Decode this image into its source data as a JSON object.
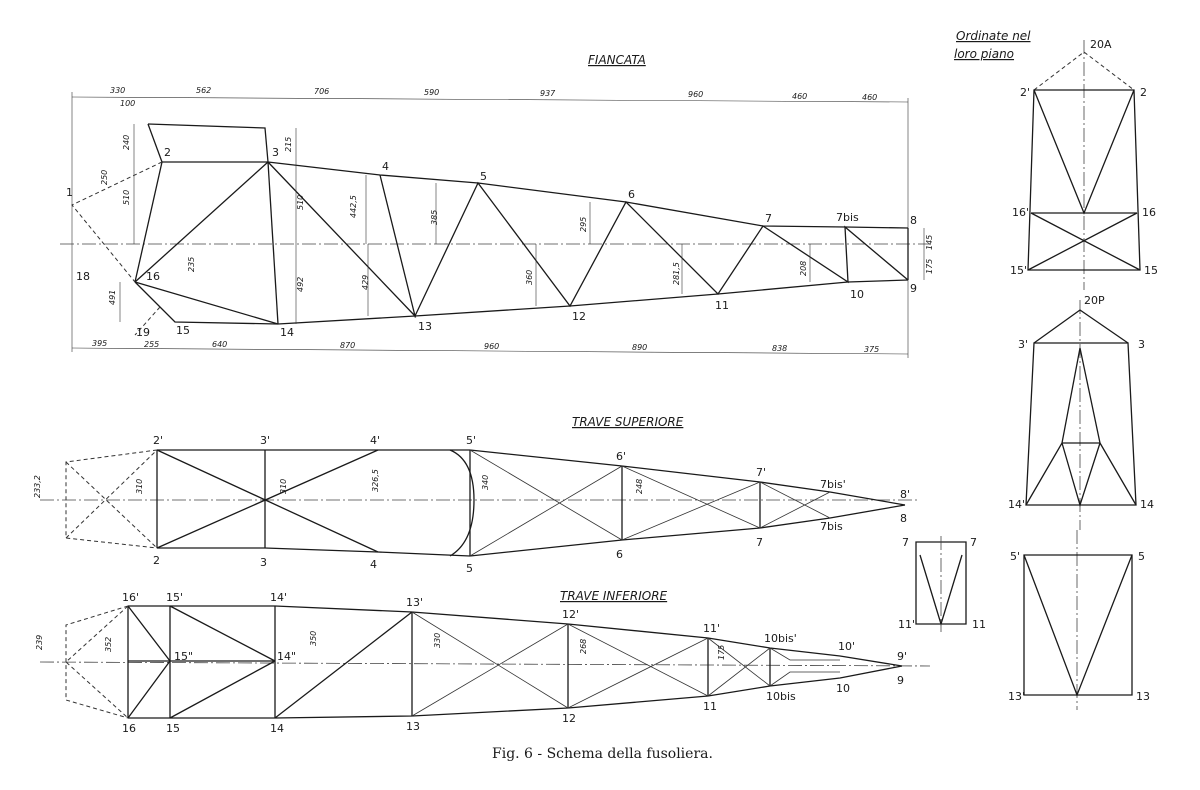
{
  "caption": "Fig. 6 - Schema della fusoliera.",
  "fiancata": {
    "title": "FIANCATA",
    "nodes": [
      "1",
      "2",
      "3",
      "4",
      "5",
      "6",
      "7",
      "7bis",
      "8",
      "9",
      "10",
      "11",
      "12",
      "13",
      "14",
      "15",
      "16",
      "18",
      "19"
    ],
    "top_dims": [
      "330",
      "562",
      "706",
      "590",
      "937",
      "960",
      "460",
      "460"
    ],
    "bottom_dims": [
      "395",
      "255",
      "640",
      "870",
      "960",
      "890",
      "838",
      "375"
    ],
    "vert_dims": [
      "100",
      "240",
      "250",
      "510",
      "215",
      "510",
      "235",
      "492",
      "491",
      "442,5",
      "385",
      "429",
      "295",
      "360",
      "281,5",
      "208",
      "145",
      "175"
    ]
  },
  "trave_superiore": {
    "title": "TRAVE SUPERIORE",
    "nodes_top": [
      "2'",
      "3'",
      "4'",
      "5'",
      "6'",
      "7'",
      "7bis'"
    ],
    "nodes_bottom": [
      "2",
      "3",
      "4",
      "5",
      "6",
      "7",
      "7bis"
    ],
    "end_labels": [
      "8'",
      "8"
    ],
    "dims": [
      "233,2",
      "310",
      "310",
      "326,5",
      "340",
      "248"
    ]
  },
  "trave_inferiore": {
    "title": "TRAVE INFERIORE",
    "nodes_top": [
      "16'",
      "15'",
      "14'",
      "13'",
      "12'",
      "11'",
      "10bis'",
      "10'",
      "9'"
    ],
    "nodes_bottom": [
      "16",
      "15",
      "14",
      "13",
      "12",
      "11",
      "10bis",
      "10",
      "9"
    ],
    "mid_labels": [
      "15\"",
      "14\""
    ],
    "dims": [
      "239",
      "352",
      "350",
      "330",
      "268",
      "175"
    ]
  },
  "ordinate": {
    "title_line1": "Ordinate nel",
    "title_line2": "loro piano",
    "frame_a": {
      "apex": "20A",
      "labels": [
        "2'",
        "2",
        "16'",
        "16",
        "15'",
        "15"
      ]
    },
    "frame_b": {
      "apex": "20P",
      "labels": [
        "3'",
        "3",
        "14'",
        "14"
      ]
    },
    "frame_c": {
      "labels": [
        "5'",
        "5",
        "13'",
        "13"
      ]
    },
    "frame_d": {
      "labels": [
        "7",
        "7",
        "11'",
        "11"
      ]
    }
  }
}
